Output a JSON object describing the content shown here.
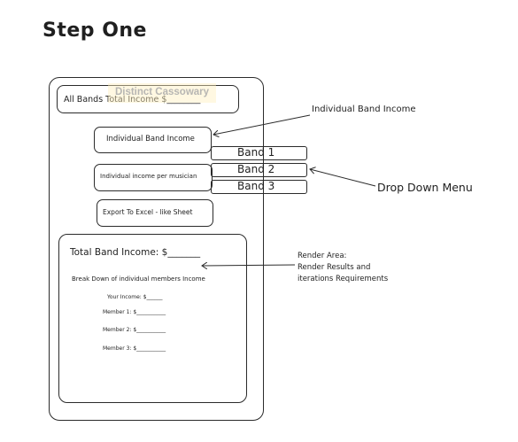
{
  "title": "Step One",
  "watermark": "Distinct Cassowary",
  "header_box": {
    "label": "All Bands Total Income $________"
  },
  "buttons": {
    "individual_band_income": "Individual Band Income",
    "income_per_musician": "Individual income per musician",
    "export": "Export To Excel - like Sheet"
  },
  "dropdown": {
    "options": [
      "Band 1",
      "Band 2",
      "Band 3"
    ]
  },
  "render_area": {
    "total": "Total Band Income: $_______",
    "breakdown_title": "Break Down of individual members Income",
    "your_income": "Your Income: $______",
    "members": [
      "Member 1: $___________",
      "Member 2: $___________",
      "Member 3: $___________"
    ]
  },
  "annotations": {
    "individual_band_income": "Individual Band Income",
    "drop_down_menu": "Drop Down Menu",
    "render_area_lines": [
      "Render Area:",
      "Render Results and",
      "iterations Requirements"
    ]
  }
}
